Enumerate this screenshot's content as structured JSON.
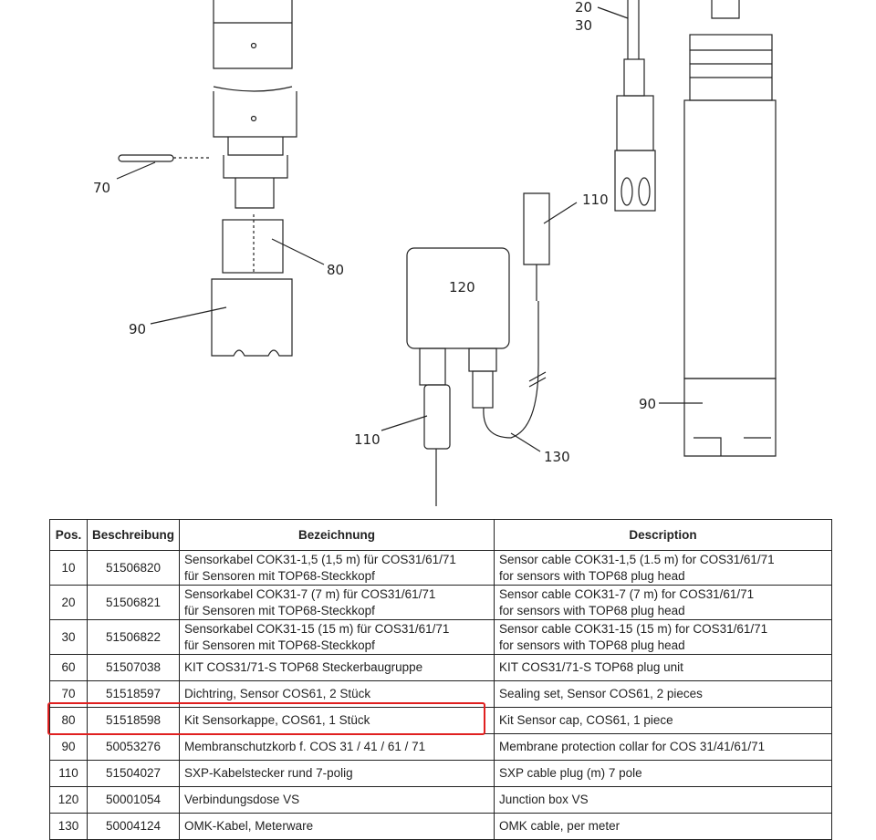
{
  "drawing": {
    "callouts": [
      "20",
      "30",
      "70",
      "80",
      "90",
      "120",
      "110",
      "110",
      "130",
      "90"
    ]
  },
  "table": {
    "headers": [
      "Pos.",
      "Beschreibung",
      "Bezeichnung",
      "Description"
    ],
    "rows": [
      {
        "pos": "10",
        "num": "51506820",
        "de1": "Sensorkabel COK31-1,5 (1,5 m) für COS31/61/71",
        "de2": "für Sensoren mit  TOP68-Steckkopf",
        "en1": "Sensor cable COK31-1,5 (1.5 m) for COS31/61/71",
        "en2": "for sensors with TOP68 plug head"
      },
      {
        "pos": "20",
        "num": "51506821",
        "de1": "Sensorkabel COK31-7 (7 m) für COS31/61/71",
        "de2": "für Sensoren mit  TOP68-Steckkopf",
        "en1": "Sensor cable COK31-7 (7 m) for COS31/61/71",
        "en2": "for sensors with TOP68 plug head"
      },
      {
        "pos": "30",
        "num": "51506822",
        "de1": "Sensorkabel COK31-15 (15 m) für COS31/61/71",
        "de2": "für Sensoren mit  TOP68-Steckkopf",
        "en1": "Sensor cable COK31-15 (15 m) for COS31/61/71",
        "en2": "for sensors with TOP68 plug head"
      },
      {
        "pos": "60",
        "num": "51507038",
        "de1": "KIT COS31/71-S TOP68 Steckerbaugruppe",
        "en1": "KIT COS31/71-S TOP68 plug unit"
      },
      {
        "pos": "70",
        "num": "51518597",
        "de1": "Dichtring, Sensor COS61, 2 Stück",
        "en1": "Sealing set, Sensor COS61, 2 pieces"
      },
      {
        "pos": "80",
        "num": "51518598",
        "de1": "Kit Sensorkappe, COS61, 1 Stück",
        "en1": "Kit Sensor cap, COS61, 1 piece"
      },
      {
        "pos": "90",
        "num": "50053276",
        "de1": "Membranschutzkorb f. COS 31 / 41 / 61 / 71",
        "en1": "Membrane protection collar  for  COS 31/41/61/71"
      },
      {
        "pos": "110",
        "num": "51504027",
        "de1": "SXP-Kabelstecker rund 7-polig",
        "en1": "SXP cable plug (m) 7 pole"
      },
      {
        "pos": "120",
        "num": "50001054",
        "de1": "Verbindungsdose VS",
        "en1": "Junction box VS"
      },
      {
        "pos": "130",
        "num": "50004124",
        "de1": "OMK-Kabel, Meterware",
        "en1": "OMK cable, per meter"
      }
    ],
    "highlight_color": "#e02020"
  }
}
